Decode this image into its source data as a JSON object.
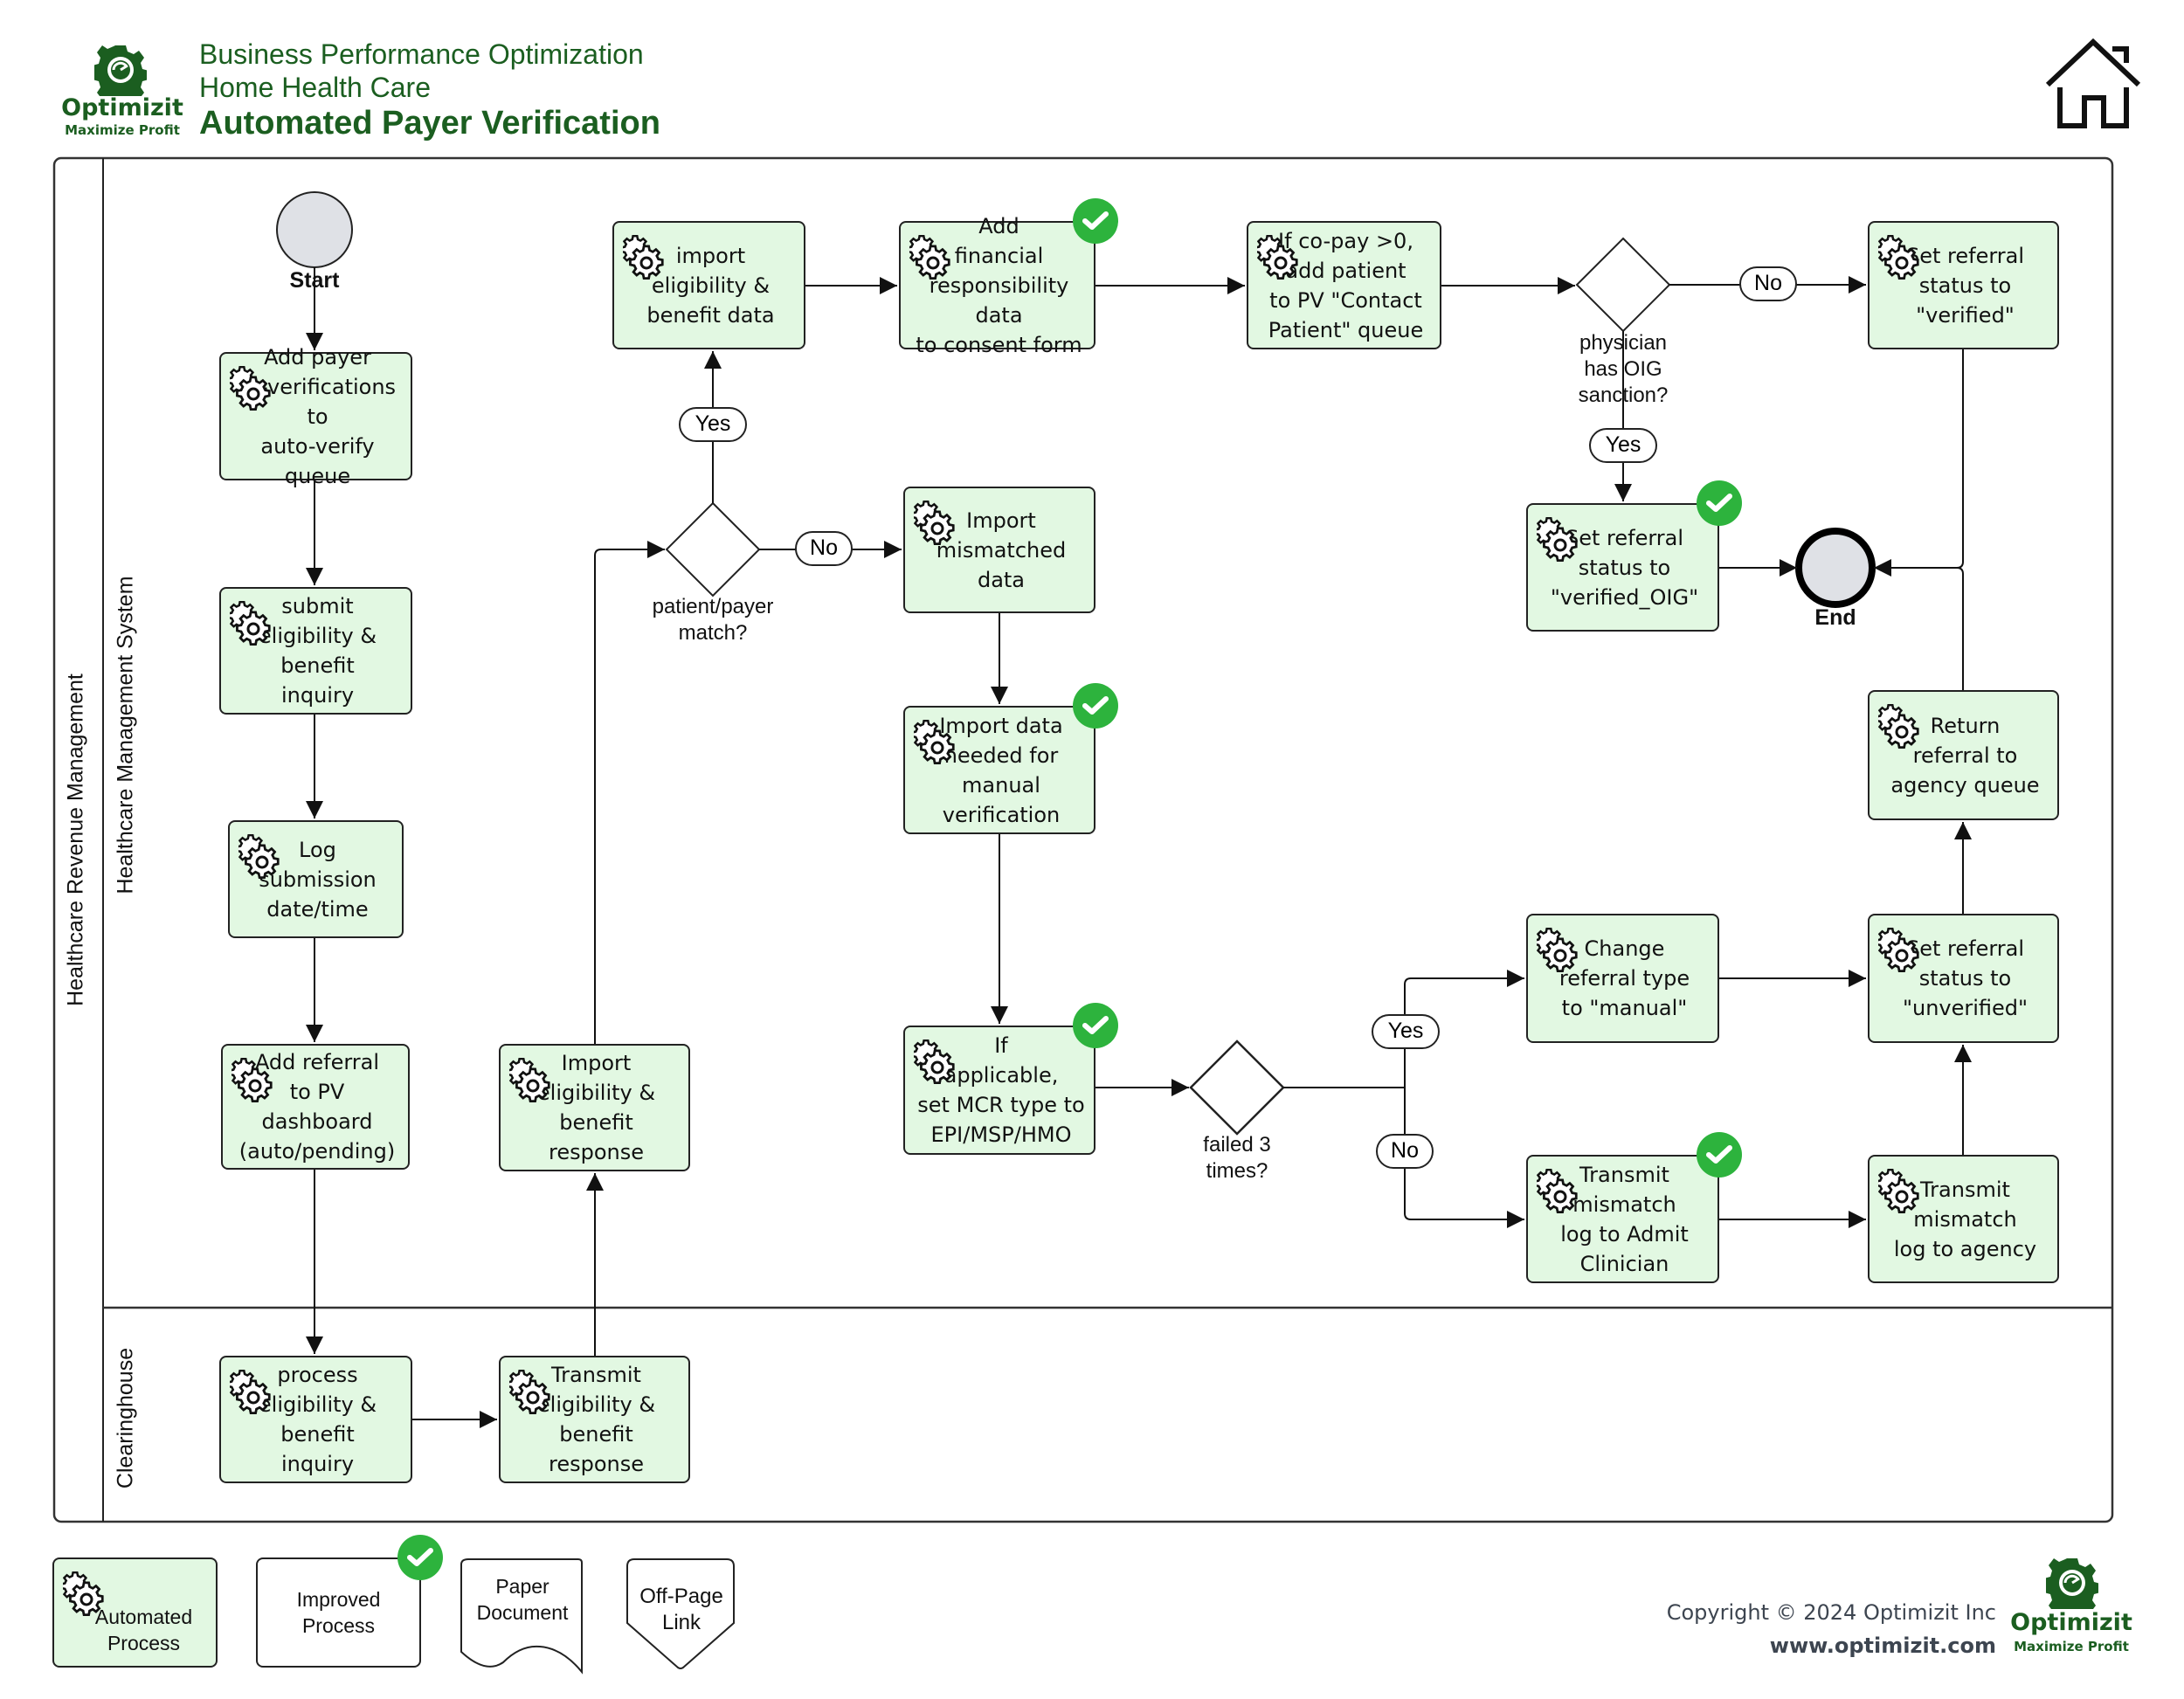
{
  "header": {
    "line1": "Business Performance Optimization",
    "line2": "Home Health Care",
    "title": "Automated Payer Verification",
    "logo_name": "Optimizit",
    "logo_tagline": "Maximize Profit",
    "home_icon": "home-icon"
  },
  "colors": {
    "brand_green": "#1b5e20",
    "task_fill": "#e2f8e2",
    "check_green": "#2db33d",
    "event_fill": "#dfe1e6"
  },
  "pool": {
    "label": "Healthcare Revenue Management",
    "lanes": [
      {
        "label": "Healthcare Management System"
      },
      {
        "label": "Clearinghouse"
      }
    ]
  },
  "events": {
    "start": "Start",
    "end": "End"
  },
  "tasks": {
    "add_payer": {
      "text": "Add payer\nre-verifications to\nauto-verify queue",
      "automated": true,
      "improved": false
    },
    "submit_inquiry": {
      "text": "submit\neligibility &\nbenefit\ninquiry",
      "automated": true,
      "improved": false
    },
    "log_submission": {
      "text": "Log\nsubmission\ndate/time",
      "automated": true,
      "improved": false
    },
    "add_referral": {
      "text": "Add referral\nto PV dashboard\n(auto/pending)",
      "automated": true,
      "improved": false
    },
    "import_response": {
      "text": "Import\neligibility &\nbenefit response",
      "automated": true,
      "improved": false
    },
    "process_inquiry": {
      "text": "process\neligibility &\nbenefit\ninquiry",
      "automated": true,
      "improved": false
    },
    "transmit_response": {
      "text": "Transmit\neligibility &\nbenefit response",
      "automated": true,
      "improved": false
    },
    "import_benefit_data": {
      "text": "import\neligibility &\nbenefit data",
      "automated": true,
      "improved": false
    },
    "add_financial": {
      "text": "Add\nfinancial\nresponsibility data\nto consent form",
      "automated": true,
      "improved": true
    },
    "copay_queue": {
      "text": "If co-pay >0,\nadd patient\nto PV \"Contact\nPatient\" queue",
      "automated": true,
      "improved": false
    },
    "set_verified": {
      "text": "Set referral\nstatus to\n\"verified\"",
      "automated": true,
      "improved": false
    },
    "set_verified_oig": {
      "text": "Set referral\nstatus to\n\"verified_OIG\"",
      "automated": true,
      "improved": true
    },
    "import_mismatched": {
      "text": "Import\nmismatched\ndata",
      "automated": true,
      "improved": false
    },
    "import_manual": {
      "text": "Import data\nneeded for\nmanual\nverification",
      "automated": true,
      "improved": true
    },
    "set_mcr_type": {
      "text": "If\napplicable,\nset MCR type to\nEPI/MSP/HMO",
      "automated": true,
      "improved": true
    },
    "change_referral_type": {
      "text": "Change\nreferral type\nto \"manual\"",
      "automated": true,
      "improved": false
    },
    "transmit_admit": {
      "text": "Transmit\nmismatch\nlog to Admit\nClinician",
      "automated": true,
      "improved": true
    },
    "set_unverified": {
      "text": "Set referral\nstatus to\n\"unverified\"",
      "automated": true,
      "improved": false
    },
    "transmit_agency": {
      "text": "Transmit\nmismatch\nlog to agency",
      "automated": true,
      "improved": false
    },
    "return_referral": {
      "text": "Return\nreferral to\nagency queue",
      "automated": true,
      "improved": false
    }
  },
  "gateways": {
    "patient_match": {
      "question": "patient/payer\nmatch?",
      "yes": "Yes",
      "no": "No"
    },
    "oig_sanction": {
      "question": "physician\nhas OIG\nsanction?",
      "yes": "Yes",
      "no": "No"
    },
    "failed_three": {
      "question": "failed 3\ntimes?",
      "yes": "Yes",
      "no": "No"
    }
  },
  "legend": {
    "automated": "Automated\nProcess",
    "improved": "Improved\nProcess",
    "paper": "Paper\nDocument",
    "offpage": "Off-Page\nLink"
  },
  "footer": {
    "copyright": "Copyright © 2024 Optimizit Inc",
    "website": "www.optimizit.com",
    "logo_name": "Optimizit",
    "logo_tagline": "Maximize Profit"
  }
}
